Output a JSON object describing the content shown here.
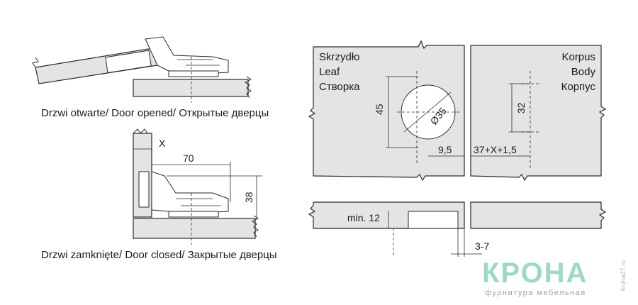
{
  "captions": {
    "opened": "Drzwi otwarte/ Door opened/ Открытые дверцы",
    "closed": "Drzwi zamknięte/ Door closed/ Закрытые  дверцы"
  },
  "panels": {
    "leaf": [
      "Skrzydło",
      "Leaf",
      "Створка"
    ],
    "body": [
      "Korpus",
      "Body",
      "Корпус"
    ]
  },
  "dimensions": {
    "x": "X",
    "seventy": "70",
    "thirty_eight": "38",
    "forty_five": "45",
    "diameter": "Ø35",
    "nine_five": "9,5",
    "thirty_two": "32",
    "offset": "37+X+1,5",
    "min12": "min. 12",
    "three_seven": "3-7"
  },
  "logo": {
    "name": "КРОНА",
    "tagline": "фурнитура мебельная",
    "side": "krona27.ru",
    "color": "#9ed9c7"
  }
}
